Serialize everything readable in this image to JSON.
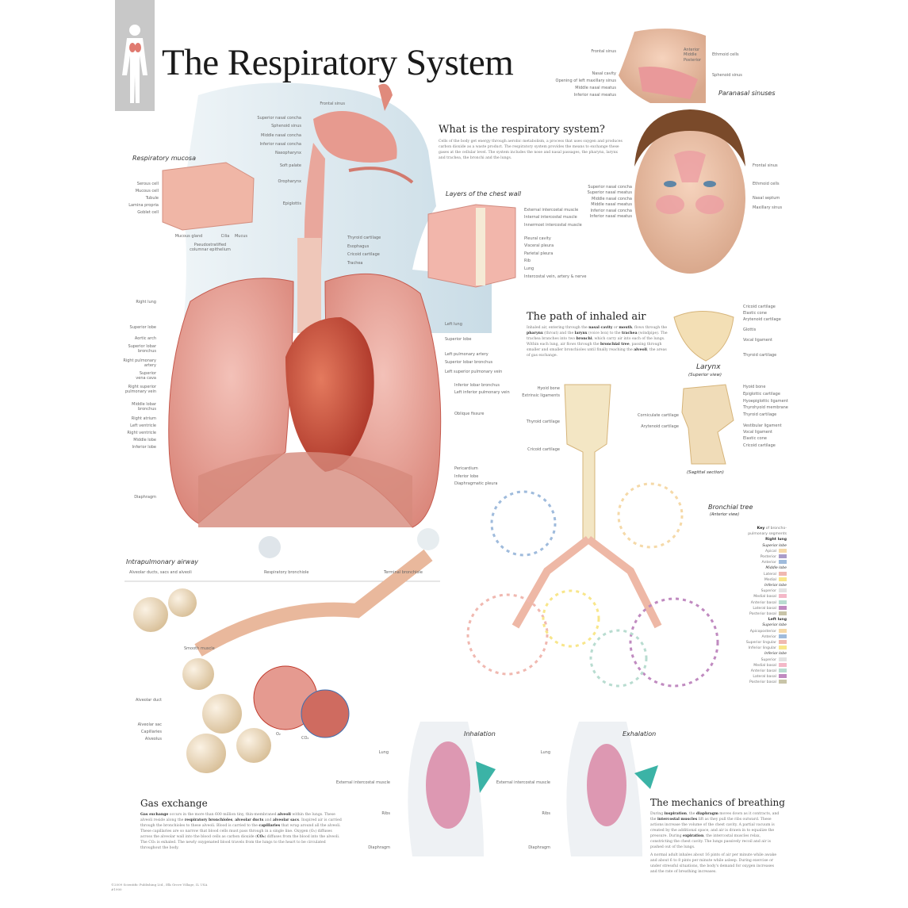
{
  "title": "The Respiratory System",
  "what_is": {
    "heading": "What is the respiratory system?",
    "body": [
      {
        "t": "Cells of the body get energy through aerobic metabolism, a process that uses oxygen and produces carbon dioxide as a waste product. The respiratory system provides the means to exchange these gases at the cellular level. The system includes the nose and nasal passages, the pharynx, larynx and trachea, the bronchi and the lungs."
      }
    ]
  },
  "path": {
    "heading": "The path of inhaled air",
    "body": [
      {
        "t": "Inhaled air, entering through the "
      },
      {
        "t": "nasal cavity",
        "b": 1
      },
      {
        "t": " or "
      },
      {
        "t": "mouth",
        "b": 1
      },
      {
        "t": ", flows through the "
      },
      {
        "t": "pharynx",
        "b": 1
      },
      {
        "t": " (throat) and the "
      },
      {
        "t": "larynx",
        "b": 1
      },
      {
        "t": " (voice box) to the "
      },
      {
        "t": "trachea",
        "b": 1
      },
      {
        "t": " (windpipe). The trachea branches into two "
      },
      {
        "t": "bronchi",
        "b": 1
      },
      {
        "t": ", which carry air into each of the lungs. Within each lung, air flows through the "
      },
      {
        "t": "bronchial tree",
        "b": 1
      },
      {
        "t": ", passing through smaller and smaller bronchioles until finally reaching the "
      },
      {
        "t": "alveoli",
        "b": 1
      },
      {
        "t": ", the areas of gas exchange."
      }
    ]
  },
  "gas": {
    "heading": "Gas exchange",
    "body": [
      {
        "t": "Gas exchange",
        "b": 1
      },
      {
        "t": " occurs in the more than 600 million tiny, thin-membraned "
      },
      {
        "t": "alveoli",
        "b": 1
      },
      {
        "t": " within the lungs. These alveoli reside along the "
      },
      {
        "t": "respiratory bronchioles",
        "b": 1
      },
      {
        "t": ", "
      },
      {
        "t": "alveolar ducts",
        "b": 1
      },
      {
        "t": " and "
      },
      {
        "t": "alveolar sacs",
        "b": 1
      },
      {
        "t": ". Inspired air is carried through the bronchioles to these alveoli. Blood is carried to the "
      },
      {
        "t": "capillaries",
        "b": 1
      },
      {
        "t": " that wrap around all the alveoli. These capillaries are so narrow that blood cells must pass through in a single line. Oxygen (O₂) diffuses across the alveolar wall into the blood cells as carbon dioxide ("
      },
      {
        "t": "CO₂",
        "b": 1
      },
      {
        "t": ") diffuses from the blood into the alveoli. The CO₂ is exhaled. The newly oxygenated blood travels from the lungs to the heart to be circulated throughout the body."
      }
    ]
  },
  "mech": {
    "heading": "The mechanics of breathing",
    "body": [
      {
        "t": "During "
      },
      {
        "t": "inspiration",
        "b": 1
      },
      {
        "t": ", the "
      },
      {
        "t": "diaphragm",
        "b": 1
      },
      {
        "t": " moves down as it contracts, and the "
      },
      {
        "t": "intercostal muscles",
        "b": 1
      },
      {
        "t": " lift as they pull the ribs outward. These actions increase the volume of the chest cavity. A partial vacuum is created by the additional space, and air is drawn in to equalize the pressure. During "
      },
      {
        "t": "expiration",
        "b": 1
      },
      {
        "t": ", the intercostal muscles relax, constricting the chest cavity. The lungs passively recoil and air is pushed out of the lungs."
      }
    ],
    "body2": "A normal adult inhales about 16 pints of air per minute while awake and about 6 to 8 pints per minute while asleep. During exercise or under stressful situations, the body's demand for oxygen increases and the rate of breathing increases."
  },
  "captions": {
    "mucosa": "Respiratory mucosa",
    "chest_wall": "Layers of the chest wall",
    "paranasal": "Paranasal sinuses",
    "larynx": "Larynx",
    "larynx_sup": "(Superior view)",
    "sagittal": "(Sagittal section)",
    "bronchial": "Bronchial tree",
    "anterior_view": "(Anterior view)",
    "intrapulmonary": "Intrapulmonary airway",
    "inhalation": "Inhalation",
    "exhalation": "Exhalation"
  },
  "labels": {
    "head": [
      "Frontal sinus",
      "Superior nasal concha",
      "Sphenoid sinus",
      "Middle nasal concha",
      "Inferior nasal concha",
      "Nasopharynx",
      "Soft palate",
      "Oropharynx",
      "Epiglottis",
      "Thyroid cartilage",
      "Esophagus",
      "Cricoid cartilage",
      "Trachea"
    ],
    "lung_left": [
      "Right lung",
      "Superior lobe",
      "Aortic arch",
      "Superior lobar\nbronchus",
      "Right pulmonary\nartery",
      "Superior\nvena cava",
      "Right superior\npulmonary vein",
      "Middle lobar\nbronchus",
      "Right atrium",
      "Left ventricle",
      "Right ventricle",
      "Middle lobe",
      "Inferior lobe",
      "Diaphragm"
    ],
    "lung_right": [
      "Left lung",
      "Superior lobe",
      "Left pulmonary artery",
      "Superior lobar bronchus",
      "Left superior pulmonary vein",
      "Inferior lobar bronchus",
      "Left inferior pulmonary vein",
      "Oblique fissure",
      "Pericardium",
      "Inferior lobe",
      "Diaphragmatic pleura"
    ],
    "mucosa": [
      "Serous cell",
      "Mucous cell",
      "Tubule",
      "Lamina propria",
      "Goblet cell",
      "Mucous gland",
      "Cilia",
      "Mucus",
      "Pseudostratified\ncolumnar epithelium"
    ],
    "sinus": [
      "Frontal sinus",
      "Nasal cavity",
      "Opening of left maxillary sinus",
      "Middle nasal meatus",
      "Inferior nasal meatus",
      "Anterior",
      "Middle",
      "Posterior",
      "Ethmoid cells",
      "Sphenoid sinus"
    ],
    "face": [
      "Superior nasal concha",
      "Superior nasal meatus",
      "Middle nasal concha",
      "Middle nasal meatus",
      "Inferior nasal concha",
      "Inferior nasal meatus",
      "Frontal sinus",
      "Ethmoid cells",
      "Nasal septum",
      "Maxillary sinus"
    ],
    "chest_wall": [
      "External intercostal muscle",
      "Internal intercostal muscle",
      "Innermost intercostal muscle",
      "Pleural cavity",
      "Visceral pleura",
      "Parietal pleura",
      "Rib",
      "Lung",
      "Intercostal vein, artery & nerve"
    ],
    "larynx_sup": [
      "Cricoid cartilage",
      "Elastic cone",
      "Arytenoid cartilage",
      "Glottis",
      "Vocal ligament",
      "Thyroid cartilage"
    ],
    "larynx_sag": [
      "Hyoid bone",
      "Epiglottic cartilage",
      "Hyoepiglottic ligament",
      "Thyrohyoid membrane",
      "Thyroid cartilage",
      "Vestibular ligament",
      "Vocal ligament",
      "Elastic cone",
      "Cricoid cartilage",
      "Corniculate cartilage",
      "Arytenoid cartilage"
    ],
    "trachea": [
      "Hyoid bone",
      "Extrinsic ligaments",
      "Thyroid cartilage",
      "Cricoid cartilage"
    ],
    "airway": [
      "Alveolar ducts, sacs and alveoli",
      "Respiratory bronchiole",
      "Terminal bronchiole",
      "Smooth muscle",
      "Alveolar duct",
      "Alveolar sac",
      "Capillaries",
      "Alveolus",
      "O₂",
      "CO₂"
    ],
    "inhale": [
      "Lung",
      "External intercostal muscle",
      "Ribs",
      "Diaphragm"
    ],
    "exhale": [
      "Lung",
      "External intercostal muscle",
      "Ribs",
      "Diaphragm"
    ]
  },
  "key": {
    "title_bold": "Key",
    "title_rest": " of broncho-\npulmonary segments",
    "groups": [
      {
        "lung": "Right lung",
        "lobe": "Superior lobe",
        "items": [
          [
            "Apical",
            "#f5d9a8"
          ],
          [
            "Posterior",
            "#a99cc9"
          ],
          [
            "Anterior",
            "#9fbbdc"
          ]
        ]
      },
      {
        "lobe": "Middle lobe",
        "items": [
          [
            "Lateral",
            "#f0b8b0"
          ],
          [
            "Medial",
            "#f8e68a"
          ]
        ]
      },
      {
        "lobe": "Inferior lobe",
        "items": [
          [
            "Superior",
            "#e2e2e2"
          ],
          [
            "Medial basal",
            "#f4b8c8"
          ],
          [
            "Anterior basal",
            "#b8dcd0"
          ],
          [
            "Lateral basal",
            "#c08ac0"
          ],
          [
            "Posterior basal",
            "#c8c4a8"
          ]
        ]
      },
      {
        "lung": "Left lung",
        "lobe": "Superior lobe",
        "items": [
          [
            "Apicoposterior",
            "#f5d9a8"
          ],
          [
            "Anterior",
            "#9fbbdc"
          ],
          [
            "Superior lingular",
            "#f0b8b0"
          ],
          [
            "Inferior lingular",
            "#f8e68a"
          ]
        ]
      },
      {
        "lobe": "Inferior lobe",
        "items": [
          [
            "Superior",
            "#e2e2e2"
          ],
          [
            "Medial basal",
            "#f4b8c8"
          ],
          [
            "Anterior basal",
            "#b8dcd0"
          ],
          [
            "Lateral basal",
            "#c08ac0"
          ],
          [
            "Posterior basal",
            "#c8c4a8"
          ]
        ]
      }
    ]
  },
  "footer": "©2009 Scientific Publishing Ltd., Elk Grove Village, IL USA\n#1900",
  "colors": {
    "lung": "#e9a7a0",
    "heart": "#c9473c",
    "airway_blue": "#d3e3ec",
    "arrow": "#3bb3a6",
    "sidebar": "#c8c8c8"
  }
}
